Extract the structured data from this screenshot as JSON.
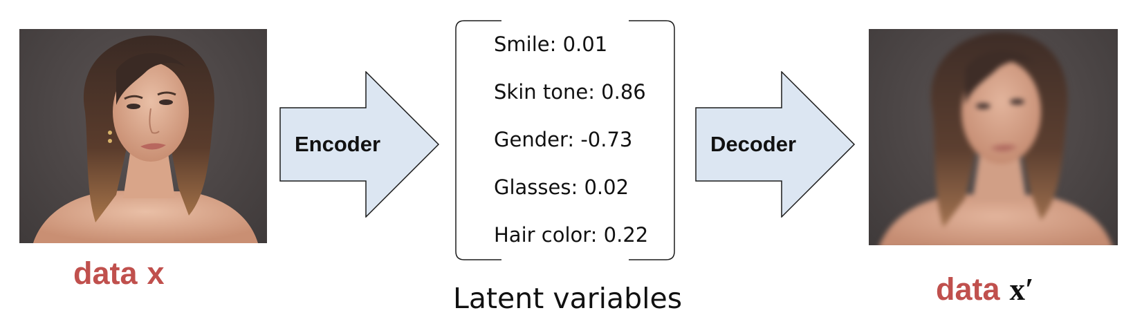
{
  "input": {
    "caption_word": "data",
    "caption_var": "x"
  },
  "output": {
    "caption_word": "data",
    "caption_var": "x′"
  },
  "encoder": {
    "label": "Encoder"
  },
  "decoder": {
    "label": "Decoder"
  },
  "latent": {
    "title": "Latent variables",
    "items": [
      "Smile: 0.01",
      "Skin tone: 0.86",
      "Gender: -0.73",
      "Glasses: 0.02",
      "Hair color: 0.22"
    ]
  },
  "colors": {
    "caption": "#c0504d",
    "arrow_fill": "#dce6f2",
    "arrow_stroke": "#1a1a1a",
    "photo_background": "#4c4646"
  }
}
